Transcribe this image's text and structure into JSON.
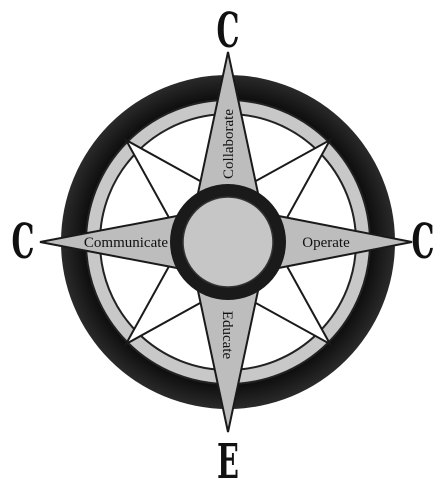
{
  "cardinals": {
    "north": "C",
    "east": "C",
    "south": "E",
    "west": "C"
  },
  "labels": {
    "north": "Collaborate",
    "east": "Operate",
    "south": "Educate",
    "west": "Communicate"
  },
  "colors": {
    "outer_ring": "#0d0d0d",
    "inner_ring_fill": "#c8c8c8",
    "point_fill": "#bdbdbd",
    "point_stroke": "#1a1a1a",
    "diagonal_fill": "#ffffff",
    "hub_fill": "#c6c6c6",
    "hub_ring": "#1a1a1a"
  }
}
